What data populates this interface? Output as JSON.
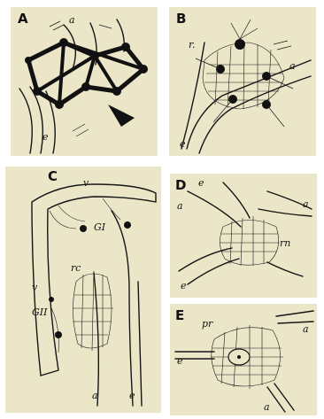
{
  "panels": [
    {
      "letter": "A",
      "labels": [
        "a",
        "e"
      ]
    },
    {
      "letter": "B",
      "labels": [
        "r.",
        "a",
        "e"
      ]
    },
    {
      "letter": "C",
      "labels": [
        "v",
        "GI",
        "rc",
        "v",
        "GII",
        "a",
        "e"
      ]
    },
    {
      "letter": "D",
      "labels": [
        "e",
        "a",
        "a",
        "rn",
        "e"
      ]
    },
    {
      "letter": "E",
      "labels": [
        "pr",
        "a",
        "e",
        "a"
      ]
    }
  ]
}
